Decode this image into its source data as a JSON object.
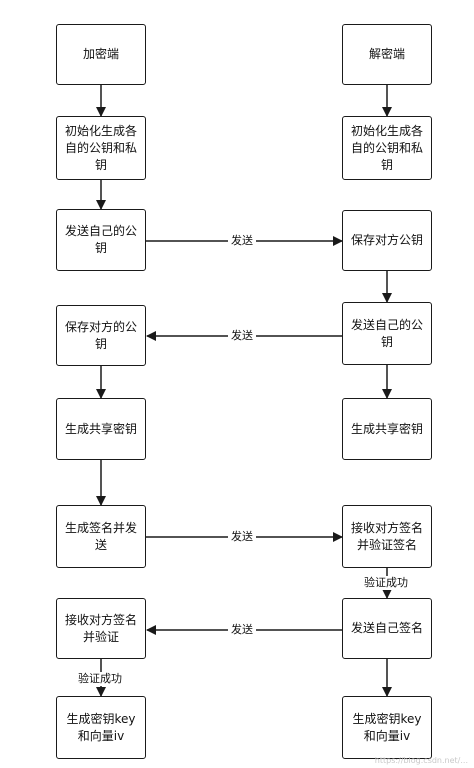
{
  "left": {
    "encrypt_end": "加密端",
    "init_keys": "初始化生成各自的公钥和私钥",
    "send_pubkey": "发送自己的公钥",
    "save_pubkey": "保存对方的公钥",
    "gen_shared": "生成共享密钥",
    "gen_sign_send": "生成签名并发送",
    "recv_verify": "接收对方签名并验证",
    "gen_key_iv": "生成密钥key和向量iv"
  },
  "right": {
    "decrypt_end": "解密端",
    "init_keys": "初始化生成各自的公钥和私钥",
    "save_pubkey": "保存对方公钥",
    "send_pubkey": "发送自己的公钥",
    "gen_shared": "生成共享密钥",
    "recv_verify_sign": "接收对方签名并验证签名",
    "send_sign": "发送自己签名",
    "gen_key_iv": "生成密钥key和向量iv"
  },
  "labels": {
    "send_1": "发送",
    "send_2": "发送",
    "send_3": "发送",
    "send_4": "发送",
    "verify_ok_right": "验证成功",
    "verify_ok_left": "验证成功"
  },
  "watermark": "https://blog.csdn.net/..."
}
